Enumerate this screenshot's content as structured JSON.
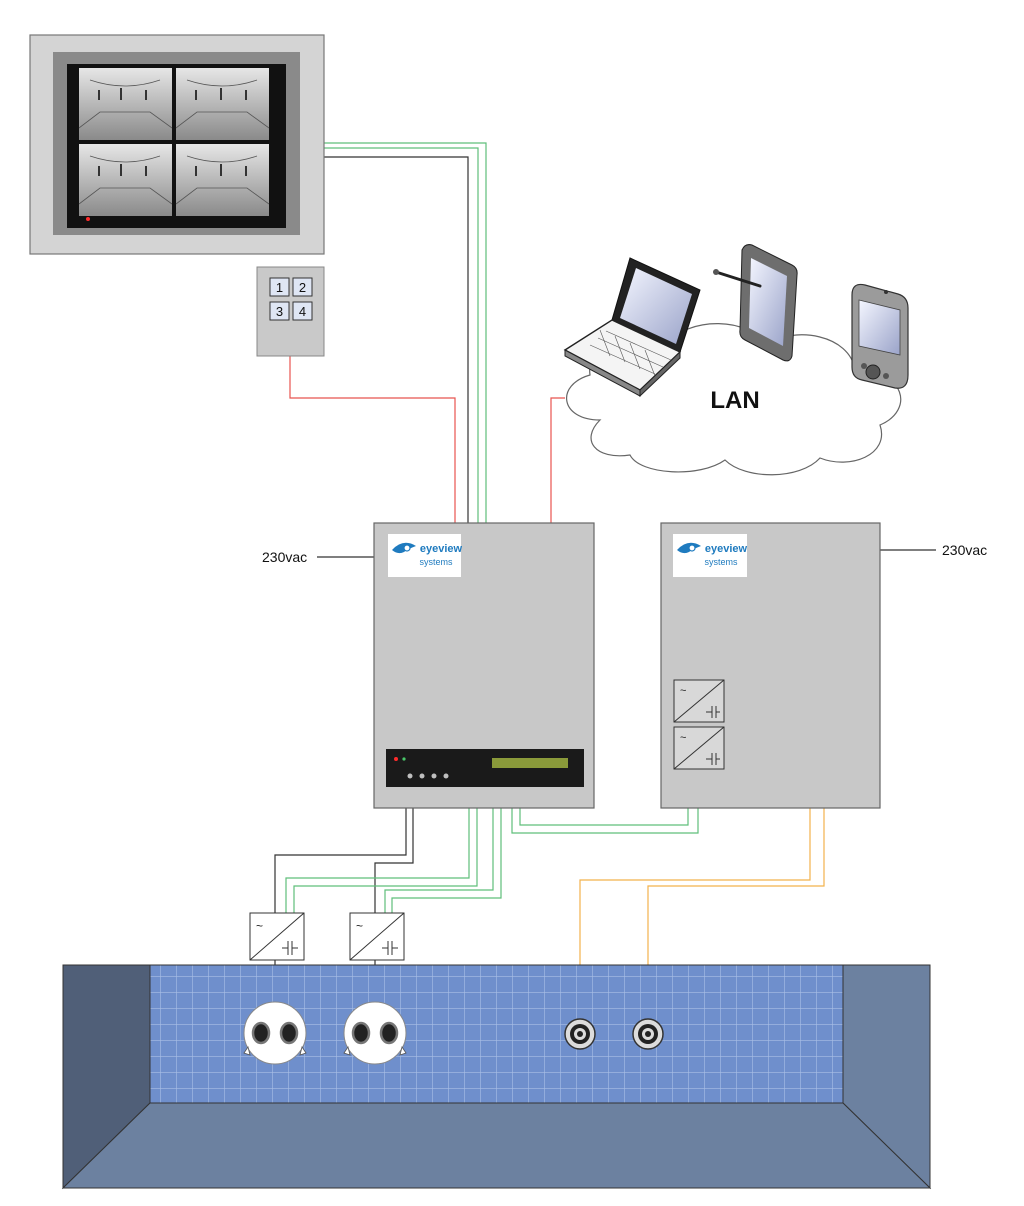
{
  "keypad": {
    "keys": [
      "1",
      "2",
      "3",
      "4"
    ]
  },
  "network": {
    "label": "LAN"
  },
  "controller_left": {
    "logo_line1": "eyeview",
    "logo_line2": "systems",
    "power_label": "230vac"
  },
  "controller_right": {
    "logo_line1": "eyeview",
    "logo_line2": "systems",
    "power_label": "230vac"
  },
  "colors": {
    "cable_black": "#333333",
    "cable_green": "#5fbf7a",
    "cable_red": "#e8544f",
    "cable_orange": "#f2b24c",
    "pool_tile": "#6f8fcc",
    "pool_wall": "#5d7090",
    "pool_deck": "#6c81a0",
    "cabinet": "#c8c8c8",
    "logo_blue": "#1f7bbf"
  },
  "icons": [
    "monitor-icon",
    "keypad-icon",
    "laptop-icon",
    "tablet-icon",
    "handheld-icon",
    "cloud-icon",
    "power-converter-icon",
    "camera-icon",
    "sensor-icon"
  ]
}
